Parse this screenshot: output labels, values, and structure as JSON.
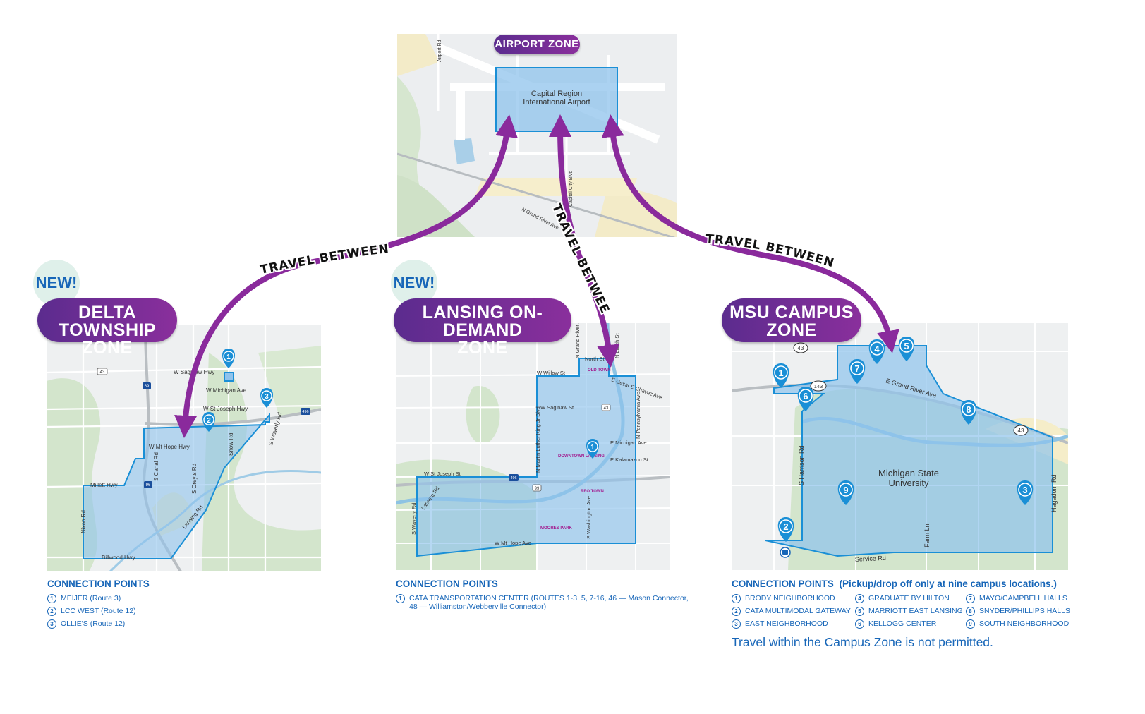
{
  "airport": {
    "zone_label": "AIRPORT ZONE",
    "airport_name_line1": "Capital Region",
    "airport_name_line2": "International Airport",
    "streets": [
      "Airport Rd",
      "Capital City Blvd",
      "N Grand River Ave"
    ]
  },
  "travel_label": "TRAVEL BETWEEN",
  "new_badge": "NEW!",
  "delta": {
    "title_line1": "DELTA TOWNSHIP",
    "title_line2": "ZONE",
    "streets": [
      "W Saginaw Hwy",
      "W Michigan Ave",
      "W St Joseph Hwy",
      "W Mt Hope Hwy",
      "Millett Hwy",
      "Billwood Hwy",
      "Nixon Rd",
      "S Canal Rd",
      "S Creyts Rd",
      "Snow Rd",
      "S Waverly Rd",
      "Lansing Rd"
    ],
    "route_shields": [
      "43",
      "69",
      "96",
      "496"
    ],
    "connection_title": "CONNECTION POINTS",
    "connection_points": [
      {
        "num": "1",
        "label": "MEIJER (Route 3)"
      },
      {
        "num": "2",
        "label": "LCC WEST (Route 12)"
      },
      {
        "num": "3",
        "label": "OLLIE'S (Route 12)"
      }
    ]
  },
  "lansing": {
    "title_line1": "LANSING ON-DEMAND",
    "title_line2": "ZONE",
    "streets": [
      "W Willow St",
      "North St",
      "E Cesar E Chavez Ave",
      "W Saginaw St",
      "E Michigan Ave",
      "E Kalamazoo St",
      "W St Joseph St",
      "W Mt Hope Ave",
      "S Waverly Rd",
      "Lansing Rd",
      "N Grand River Ave",
      "N Larch St",
      "N Pennsylvania Ave",
      "N Martin Luther King Jr Blvd",
      "S Washington Ave"
    ],
    "place_labels": [
      "OLD TOWN",
      "DOWNTOWN LANSING",
      "REO TOWN",
      "MOORES PARK"
    ],
    "route_shields": [
      "43",
      "99",
      "496"
    ],
    "connection_title": "CONNECTION POINTS",
    "connection_points": [
      {
        "num": "1",
        "label_line1": "CATA TRANSPORTATION CENTER (ROUTES 1-3, 5, 7-16, 46 — Mason Connector,",
        "label_line2": "48 — Williamston/Webberville Connector)"
      }
    ]
  },
  "msu": {
    "title_line1": "MSU CAMPUS",
    "title_line2": "ZONE",
    "streets": [
      "E Grand River Ave",
      "S Harrison Rd",
      "Farm Ln",
      "Service Rd",
      "Hagadorn Rd"
    ],
    "campus_label_line1": "Michigan State",
    "campus_label_line2": "University",
    "route_shields": [
      "43",
      "143"
    ],
    "connection_title": "CONNECTION POINTS",
    "connection_note": "(Pickup/drop off only at nine campus locations.)",
    "connection_points": [
      {
        "num": "1",
        "label": "BRODY NEIGHBORHOOD"
      },
      {
        "num": "2",
        "label": "CATA MULTIMODAL GATEWAY"
      },
      {
        "num": "3",
        "label": "EAST NEIGHBORHOOD"
      },
      {
        "num": "4",
        "label": "GRADUATE BY HILTON"
      },
      {
        "num": "5",
        "label": "MARRIOTT EAST LANSING"
      },
      {
        "num": "6",
        "label": "KELLOGG CENTER"
      },
      {
        "num": "7",
        "label": "MAYO/CAMPBELL HALLS"
      },
      {
        "num": "8",
        "label": "SNYDER/PHILLIPS HALLS"
      },
      {
        "num": "9",
        "label": "SOUTH NEIGHBORHOOD"
      }
    ],
    "restriction_note": "Travel within the Campus Zone is not permitted."
  },
  "colors": {
    "zone_fill": "#8fc3ec",
    "zone_stroke": "#1a8fd6",
    "pin": "#1a8fd6",
    "arrow": "#8a2a9c",
    "pill_start": "#5b2c8e",
    "pill_end": "#8a2f9c",
    "text_blue": "#1766b8",
    "badge_bg": "#dff0ea"
  }
}
